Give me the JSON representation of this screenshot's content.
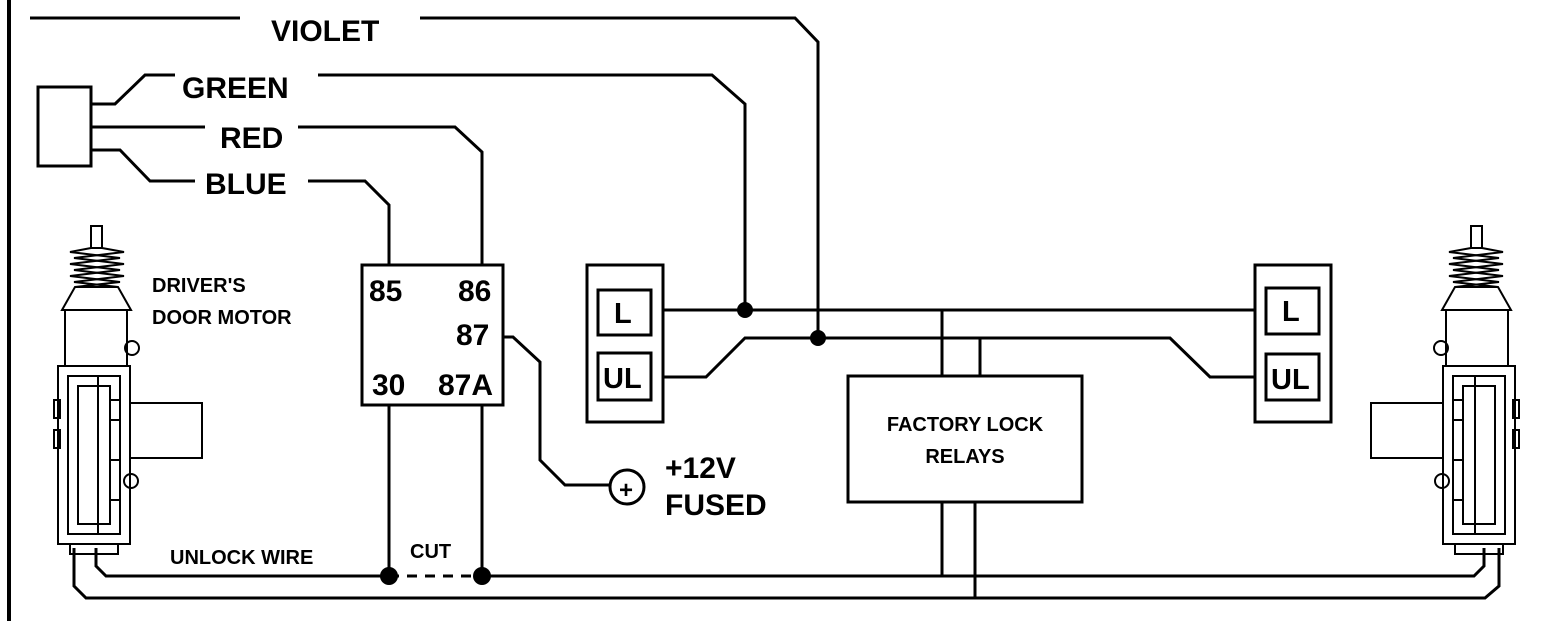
{
  "wire_labels": {
    "violet": "VIOLET",
    "green": "GREEN",
    "red": "RED",
    "blue": "BLUE"
  },
  "relay": {
    "pin_85": "85",
    "pin_86": "86",
    "pin_87": "87",
    "pin_30": "30",
    "pin_87a": "87A"
  },
  "driver_motor": {
    "line1": "DRIVER'S",
    "line2": "DOOR MOTOR"
  },
  "left_switch": {
    "lock": "L",
    "unlock": "UL"
  },
  "right_switch": {
    "lock": "L",
    "unlock": "UL"
  },
  "factory_relays": {
    "line1": "FACTORY LOCK",
    "line2": "RELAYS"
  },
  "power": {
    "symbol": "+",
    "line1": "+12V",
    "line2": "FUSED"
  },
  "unlock_wire_label": "UNLOCK WIRE",
  "cut_label": "CUT",
  "colors": {
    "wire": "#000000",
    "background": "#ffffff"
  }
}
